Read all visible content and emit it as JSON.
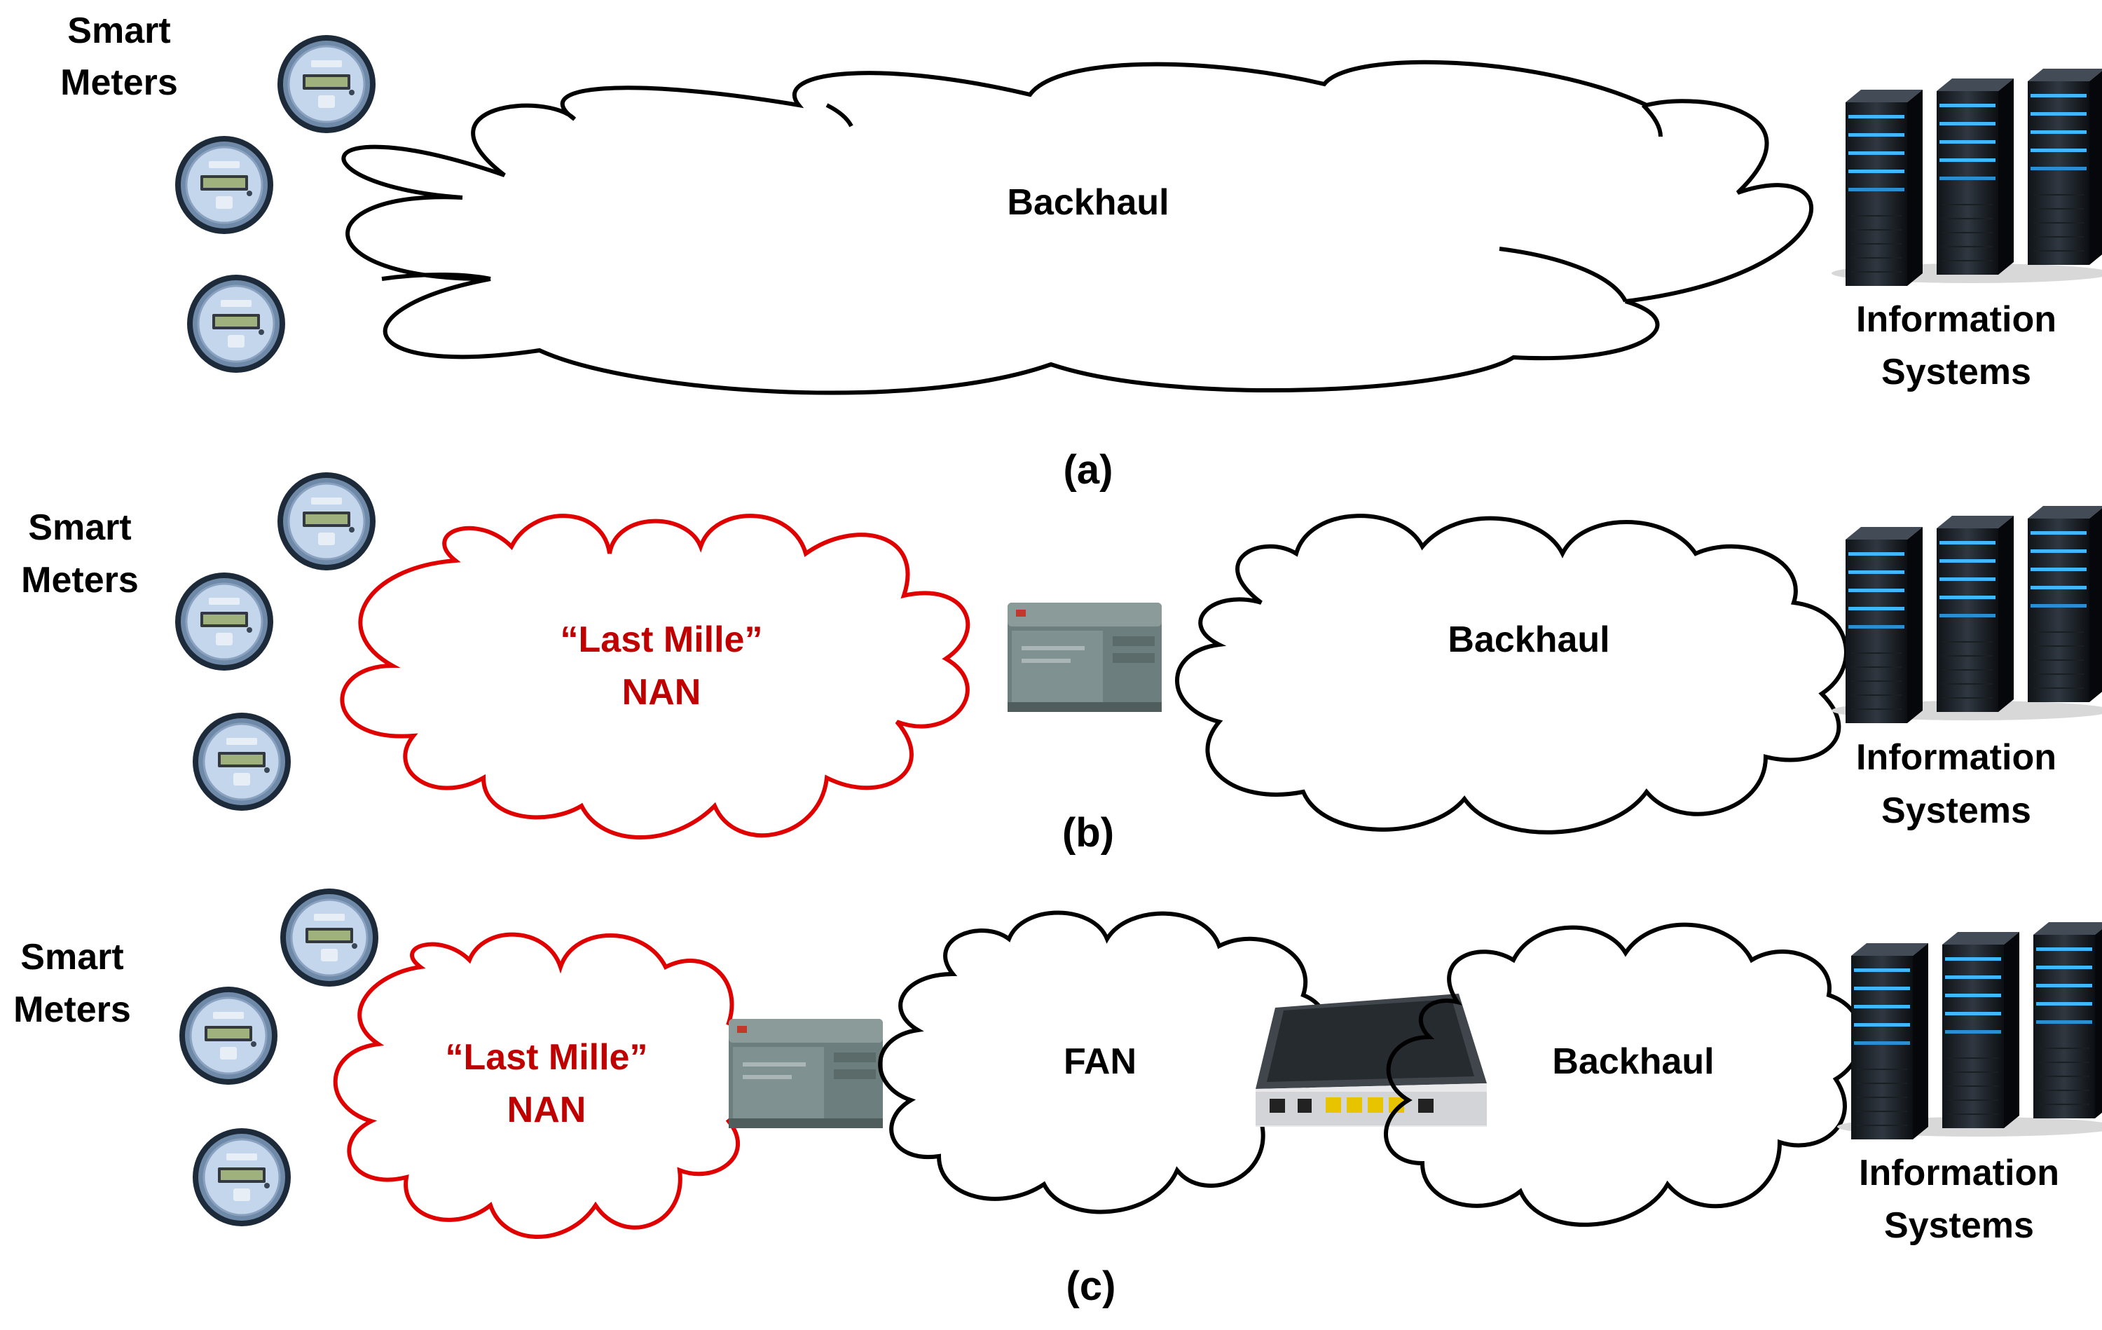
{
  "colors": {
    "cloud_stroke": "#000000",
    "nan_stroke": "#e00000",
    "nan_text": "#c00000",
    "server_accent": "#3fb8ff",
    "meter_face": "#b9cfe8"
  },
  "panel_a": {
    "meters_label_1": "Smart",
    "meters_label_2": "Meters",
    "backhaul_label": "Backhaul",
    "info_label_1": "Information",
    "info_label_2": "Systems",
    "caption": "(a)"
  },
  "panel_b": {
    "meters_label_1": "Smart",
    "meters_label_2": "Meters",
    "nan_label_1": "“Last Mille”",
    "nan_label_2": "NAN",
    "backhaul_label": "Backhaul",
    "info_label_1": "Information",
    "info_label_2": "Systems",
    "caption": "(b)"
  },
  "panel_c": {
    "meters_label_1": "Smart",
    "meters_label_2": "Meters",
    "nan_label_1": "“Last Mille”",
    "nan_label_2": "NAN",
    "fan_label": "FAN",
    "backhaul_label": "Backhaul",
    "info_label_1": "Information",
    "info_label_2": "Systems",
    "caption": "(c)"
  },
  "icons": {
    "meter": "smart-meter-icon",
    "server": "server-rack-icon",
    "collector": "data-collector-icon",
    "router": "router-icon"
  }
}
